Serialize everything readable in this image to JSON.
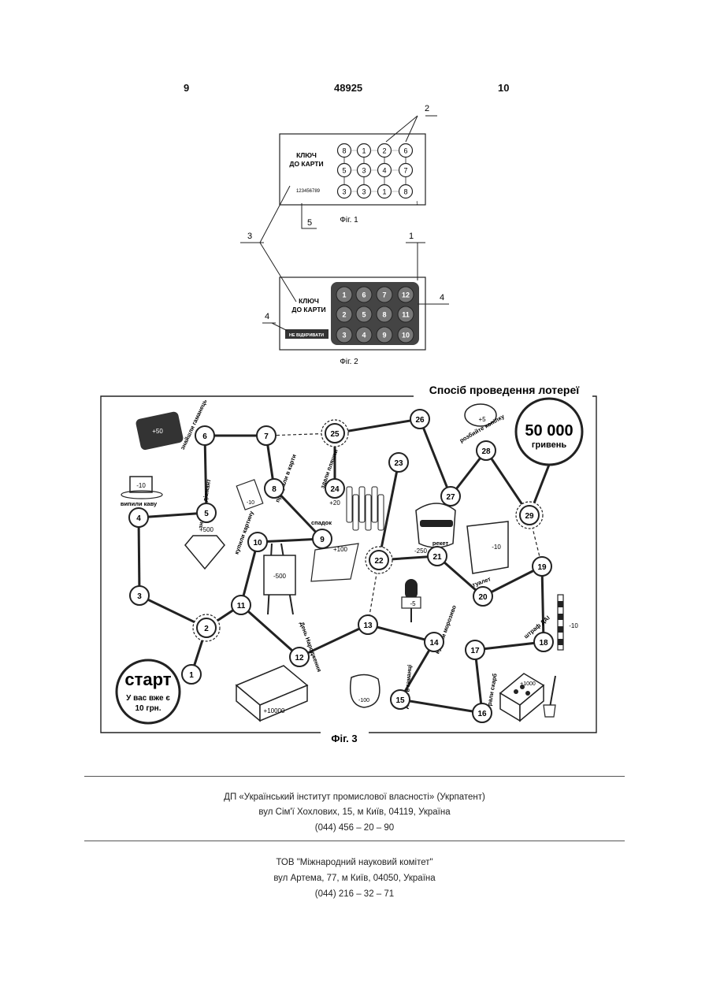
{
  "header": {
    "page_left": "9",
    "patent_number": "48925",
    "page_right": "10"
  },
  "fig1": {
    "caption": "Фіг. 1",
    "card_title_line1": "КЛЮЧ",
    "card_title_line2": "ДО КАРТИ",
    "serial": "123456789",
    "grid": [
      [
        "8",
        "1",
        "2",
        "6"
      ],
      [
        "5",
        "3",
        "4",
        "7"
      ],
      [
        "3",
        "3",
        "1",
        "8"
      ]
    ],
    "callouts": [
      "2",
      "5",
      "1"
    ]
  },
  "fig2": {
    "caption": "Фіг. 2",
    "card_title_line1": "КЛЮЧ",
    "card_title_line2": "ДО КАРТИ",
    "button": "НЕ ВІДКРИВАТИ",
    "grid": [
      [
        "1",
        "6",
        "7",
        "12"
      ],
      [
        "2",
        "5",
        "8",
        "11"
      ],
      [
        "3",
        "4",
        "9",
        "10"
      ]
    ],
    "callouts": [
      "3",
      "1",
      "4",
      "4"
    ]
  },
  "fig3": {
    "title": "Спосіб проведення лотереї",
    "caption": "Фіг. 3",
    "start_title": "старт",
    "start_line1": "У вас вже є",
    "start_line2": "10 грн.",
    "prize_amount": "50 000",
    "prize_unit": "гривень",
    "nodes": [
      "1",
      "2",
      "3",
      "4",
      "5",
      "6",
      "7",
      "8",
      "9",
      "10",
      "11",
      "12",
      "13",
      "14",
      "15",
      "16",
      "17",
      "18",
      "19",
      "20",
      "21",
      "22",
      "23",
      "24",
      "25",
      "26",
      "27",
      "28",
      "29"
    ],
    "labels": {
      "purse": "+50",
      "cup": "-10",
      "diamond": "+500",
      "cards": "-10",
      "bottles": "+20",
      "letter": "+100",
      "easel": "-500",
      "bandit": "-250",
      "cabinet": "-10",
      "piggy": "+5",
      "ice_cream": "-5",
      "post": "-10",
      "sack": "-100",
      "box": "+10000",
      "chest": "+1000"
    },
    "node_texts": {
      "n4": "випили каву",
      "n5": "знайшли діамант",
      "n6": "знайшли гаманець",
      "n8": "програли в карти",
      "n9": "спадок",
      "n10": "купили картину",
      "n12": "День Народження",
      "n14": "купили морозиво",
      "n15": "дірка в гаманці",
      "n16": "виграли скарб",
      "n18": "штраф ДАІ",
      "n20": "туалет",
      "n21": "рекет",
      "n24": "здали пляшки",
      "n28": "розбийте копілку"
    }
  },
  "footer": {
    "org1_line1": "ДП «Український інститут промислової власності» (Укрпатент)",
    "org1_line2": "вул  Сім'ї Хохлових, 15, м  Київ, 04119, Україна",
    "org1_line3": "(044) 456 – 20 –  90",
    "org2_line1": "ТОВ \"Міжнародний науковий комітет\"",
    "org2_line2": "вул  Артема, 77, м  Київ, 04050, Україна",
    "org2_line3": "(044) 216 – 32 – 71"
  }
}
